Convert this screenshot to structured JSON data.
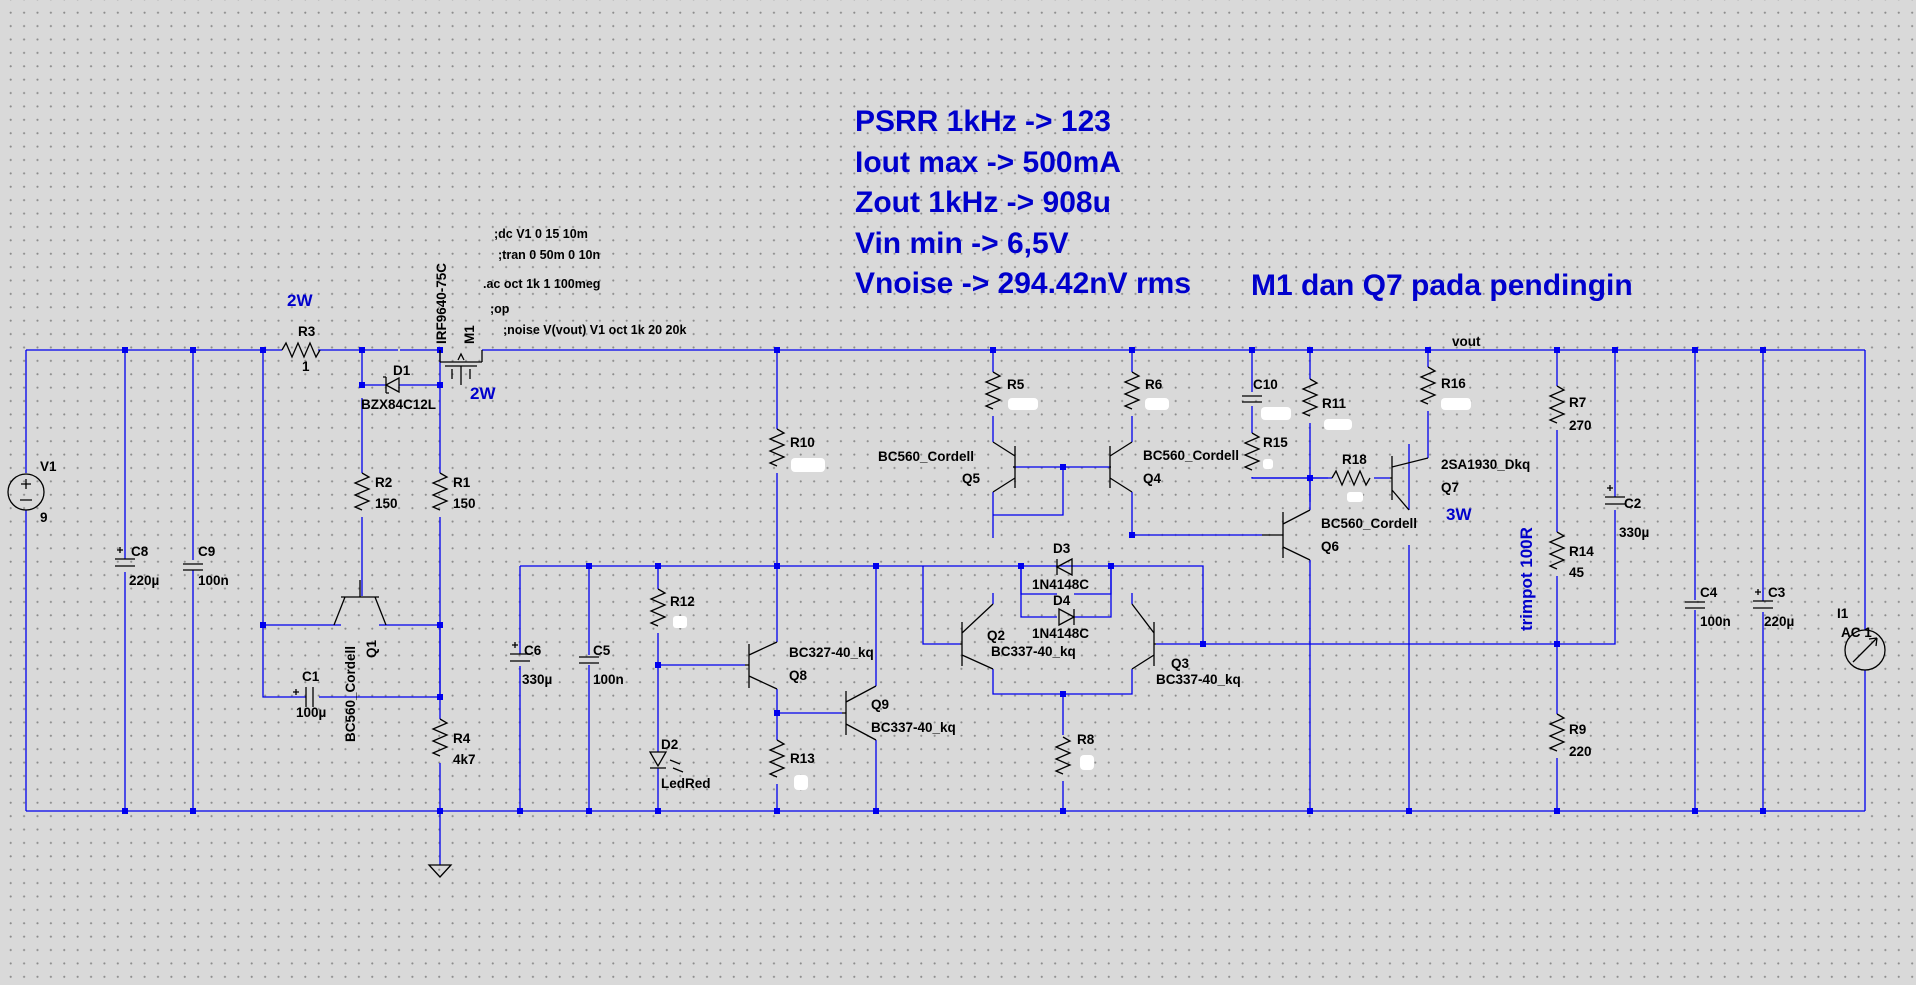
{
  "specs": [
    "PSRR 1kHz -> 123",
    "Iout max -> 500mA",
    "Zout 1kHz -> 908u",
    "Vin min -> 6,5V",
    "Vnoise -> 294.42nV rms"
  ],
  "heatsink_note": "M1 dan Q7 pada pendingin",
  "directives": [
    ";dc V1 0 15 10m",
    ";tran 0 50m 0 10n",
    ".ac oct 1k 1 100meg",
    ";op",
    ";noise V(vout) V1 oct 1k 20 20k"
  ],
  "power_notes": {
    "r3": "2W",
    "m1": "2W",
    "q7": "3W",
    "trimpot": "trimpot 100R"
  },
  "net_vout": "vout",
  "components": {
    "V1": {
      "name": "V1",
      "value": "9"
    },
    "C8": {
      "name": "C8",
      "value": "220µ"
    },
    "C9": {
      "name": "C9",
      "value": "100n"
    },
    "R3": {
      "name": "R3",
      "value": "1"
    },
    "D1": {
      "name": "D1",
      "value": "BZX84C12L"
    },
    "M1": {
      "name": "M1",
      "value": "IRF9640-75C"
    },
    "R2": {
      "name": "R2",
      "value": "150"
    },
    "R1": {
      "name": "R1",
      "value": "150"
    },
    "Q1": {
      "name": "Q1",
      "value": "BC560_Cordell"
    },
    "C1": {
      "name": "C1",
      "value": "100µ"
    },
    "R4": {
      "name": "R4",
      "value": "4k7"
    },
    "C6": {
      "name": "C6",
      "value": "330µ"
    },
    "C5": {
      "name": "C5",
      "value": "100n"
    },
    "R12": {
      "name": "R12"
    },
    "D2": {
      "name": "D2",
      "value": "LedRed"
    },
    "R10": {
      "name": "R10"
    },
    "Q8": {
      "name": "Q8",
      "value": "BC327-40_kq"
    },
    "R13": {
      "name": "R13"
    },
    "Q9": {
      "name": "Q9",
      "value": "BC337-40_kq"
    },
    "R5": {
      "name": "R5"
    },
    "R6": {
      "name": "R6"
    },
    "Q5": {
      "name": "Q5",
      "value": "BC560_Cordell"
    },
    "Q4": {
      "name": "Q4",
      "value": "BC560_Cordell"
    },
    "D3": {
      "name": "D3",
      "value": "1N4148C"
    },
    "D4": {
      "name": "D4",
      "value": "1N4148C"
    },
    "Q2": {
      "name": "Q2",
      "value": "BC337-40_kq"
    },
    "Q3": {
      "name": "Q3",
      "value": "BC337-40_kq"
    },
    "R8": {
      "name": "R8"
    },
    "C10": {
      "name": "C10"
    },
    "R15": {
      "name": "R15"
    },
    "R11": {
      "name": "R11"
    },
    "R18": {
      "name": "R18"
    },
    "Q6": {
      "name": "Q6",
      "value": "BC560_Cordell"
    },
    "R16": {
      "name": "R16"
    },
    "Q7": {
      "name": "Q7",
      "value": "2SA1930_Dkq"
    },
    "R7": {
      "name": "R7",
      "value": "270"
    },
    "R14": {
      "name": "R14",
      "value": "45"
    },
    "R9": {
      "name": "R9",
      "value": "220"
    },
    "C2": {
      "name": "C2",
      "value": "330µ"
    },
    "C4": {
      "name": "C4",
      "value": "100n"
    },
    "C3": {
      "name": "C3",
      "value": "220µ"
    },
    "I1": {
      "name": "I1",
      "value": "AC 1"
    }
  }
}
